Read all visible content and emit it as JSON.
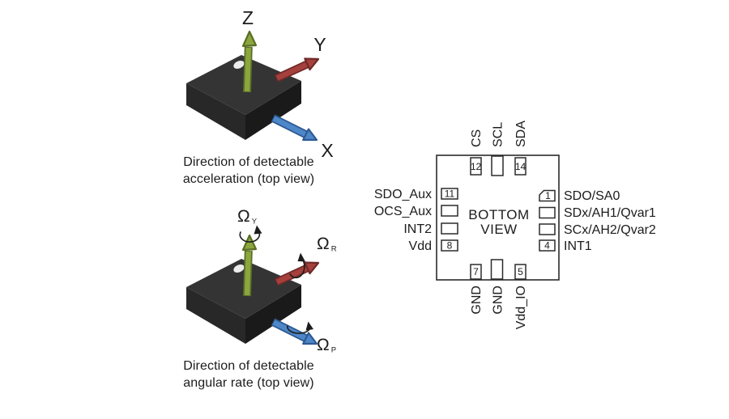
{
  "colors": {
    "axis_x": "#4e87c8",
    "axis_x_dark": "#2d5a94",
    "axis_y": "#a6403d",
    "axis_y_dark": "#6f2a28",
    "axis_z": "#8ba63e",
    "axis_z_dark": "#5a6d26",
    "chip_top": "#343434",
    "chip_left": "#282828",
    "chip_right": "#1a1a1a",
    "chip_marker": "#ececec",
    "ink": "#1c1c1c"
  },
  "accel_figure": {
    "label_z": "Z",
    "label_y": "Y",
    "label_x": "X",
    "caption_line1": "Direction of detectable",
    "caption_line2": "acceleration (top view)"
  },
  "gyro_figure": {
    "yaw": {
      "sym": "Ω",
      "sub": "Y"
    },
    "roll": {
      "sym": "Ω",
      "sub": "R"
    },
    "pitch": {
      "sym": "Ω",
      "sub": "P"
    },
    "caption_line1": "Direction of detectable",
    "caption_line2": "angular rate (top view)"
  },
  "pinout": {
    "center_line1": "BOTTOM",
    "center_line2": "VIEW",
    "top_pins": [
      {
        "number": "12",
        "label": "CS"
      },
      {
        "number": "",
        "label": "SCL"
      },
      {
        "number": "14",
        "label": "SDA"
      }
    ],
    "left_pins": [
      {
        "number": "11",
        "label": "SDO_Aux"
      },
      {
        "number": "",
        "label": "OCS_Aux"
      },
      {
        "number": "",
        "label": "INT2"
      },
      {
        "number": "8",
        "label": "Vdd"
      }
    ],
    "right_pins": [
      {
        "number": "1",
        "label": "SDO/SA0"
      },
      {
        "number": "",
        "label": "SDx/AH1/Qvar1"
      },
      {
        "number": "",
        "label": "SCx/AH2/Qvar2"
      },
      {
        "number": "4",
        "label": "INT1"
      }
    ],
    "bottom_pins": [
      {
        "number": "7",
        "label": "GND"
      },
      {
        "number": "",
        "label": "GND"
      },
      {
        "number": "5",
        "label": "Vdd_IO"
      }
    ]
  }
}
